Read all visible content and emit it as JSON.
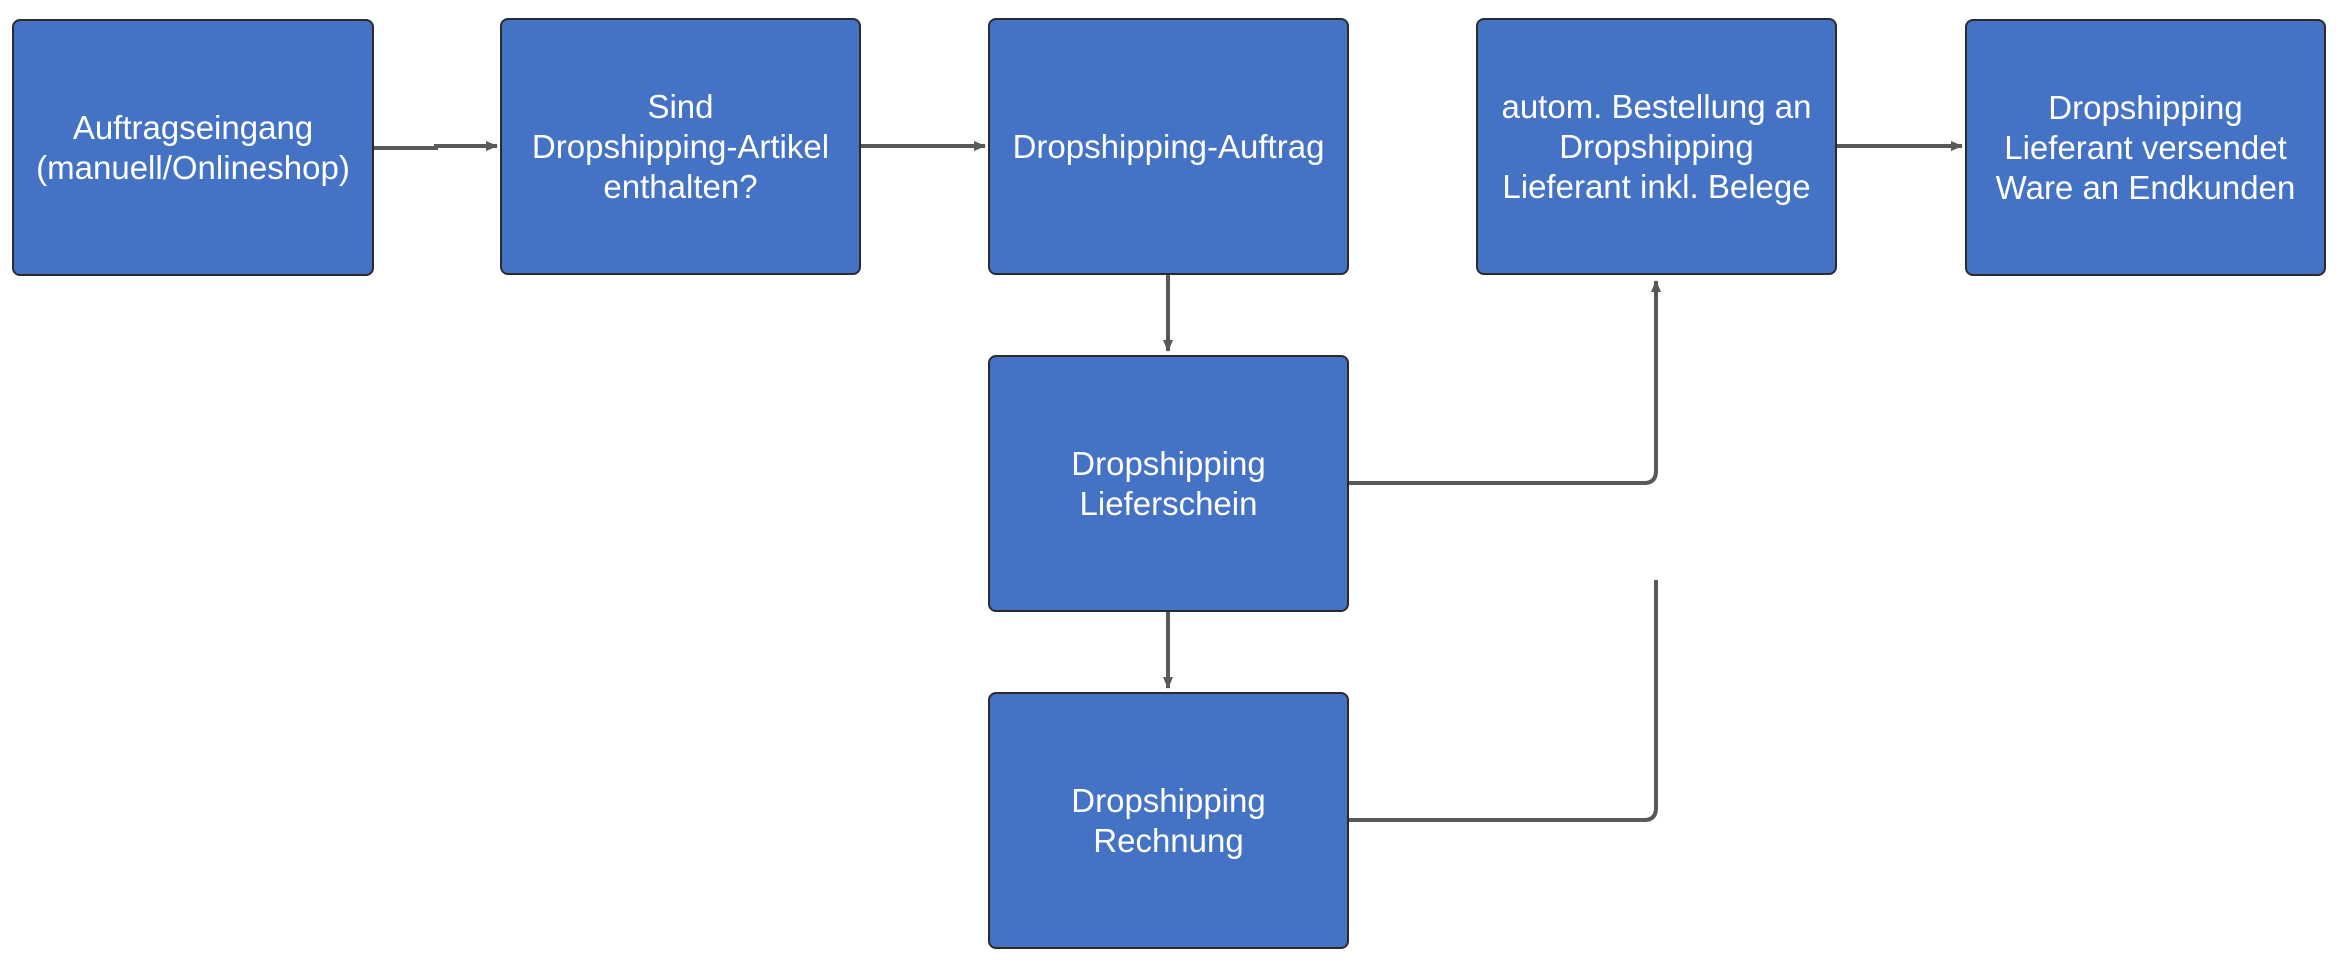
{
  "diagram": {
    "colors": {
      "node_fill": "#4472c4",
      "node_border": "#2b2b2b",
      "node_text": "#ffffff",
      "connector": "#595959",
      "background": "#ffffff"
    },
    "nodes": {
      "auftragseingang": {
        "label": "Auftragseingang\n(manuell/Onlineshop)"
      },
      "pruefung": {
        "label": "Sind\nDropshipping-Artikel\nenthalten?"
      },
      "auftrag": {
        "label": "Dropshipping-Auftrag"
      },
      "bestellung": {
        "label": "autom. Bestellung an\nDropshipping\nLieferant inkl. Belege"
      },
      "versand": {
        "label": "Dropshipping\nLieferant versendet\nWare an Endkunden"
      },
      "lieferschein": {
        "label": "Dropshipping\nLieferschein"
      },
      "rechnung": {
        "label": "Dropshipping\nRechnung"
      }
    },
    "edges": [
      {
        "from": "auftragseingang",
        "to": "pruefung"
      },
      {
        "from": "pruefung",
        "to": "auftrag"
      },
      {
        "from": "auftrag",
        "to": "lieferschein"
      },
      {
        "from": "lieferschein",
        "to": "rechnung"
      },
      {
        "from": "lieferschein",
        "to": "bestellung"
      },
      {
        "from": "rechnung",
        "to": "bestellung"
      },
      {
        "from": "bestellung",
        "to": "versand"
      }
    ]
  }
}
